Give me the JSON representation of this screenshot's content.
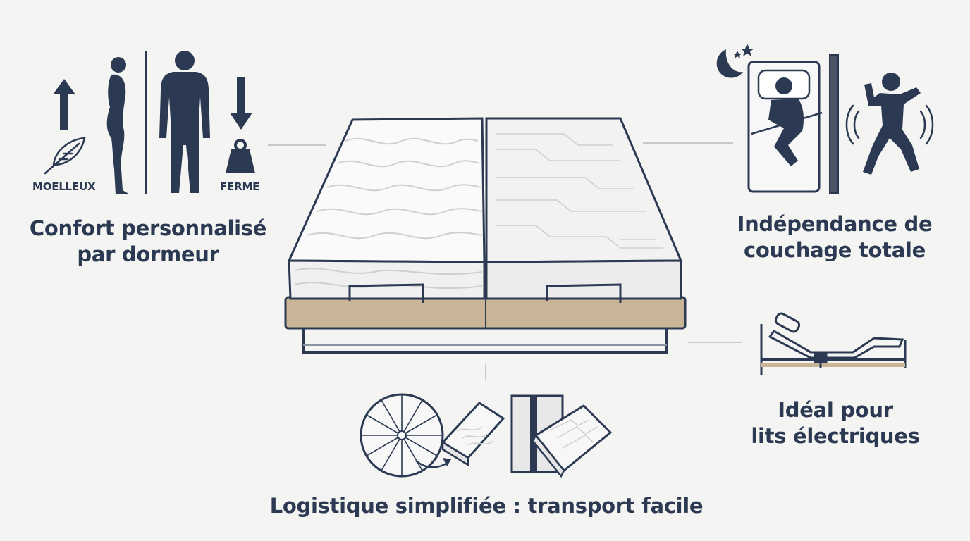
{
  "labels": {
    "soft": "MOELLEUX",
    "firm": "FERME"
  },
  "captions": {
    "comfort_line1": "Confort personnalisé",
    "comfort_line2": "par dormeur",
    "independence_line1": "Indépendance de",
    "independence_line2": "couchage totale",
    "electric_line1": "Idéal pour",
    "electric_line2": "lits électriques",
    "logistics": "Logistique simplifiée : transport facile"
  },
  "colors": {
    "navy": "#2b3a52",
    "frame_wood": "#c9b497",
    "mattress": "#f7f7f7",
    "background": "#f4f4f2"
  },
  "icons": [
    "up-arrow-icon",
    "feather-icon",
    "woman-silhouette-icon",
    "man-silhouette-icon",
    "down-arrow-icon",
    "weight-icon",
    "moon-stars-icon",
    "sleeping-person-icon",
    "restless-person-icon",
    "adjustable-bed-icon",
    "rolled-mattress-icon",
    "boxed-mattress-icon"
  ]
}
